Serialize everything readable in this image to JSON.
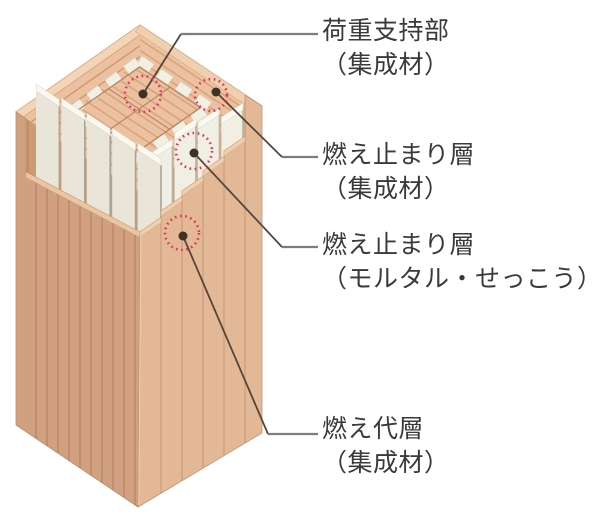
{
  "figure": {
    "kind": "isometric-cutaway-diagram-of-fire-resistant-timber-column",
    "labels": [
      {
        "id": "load-bearing-core",
        "line1": "荷重支持部",
        "line2": "（集成材）"
      },
      {
        "id": "fire-stop-glulam",
        "line1": "燃え止まり層",
        "line2": "（集成材）"
      },
      {
        "id": "fire-stop-mortar",
        "line1": "燃え止まり層",
        "line2": "（モルタル・せっこう）"
      },
      {
        "id": "sacrificial-layer",
        "line1": "燃え代層",
        "line2": "（集成材）"
      }
    ],
    "colors": {
      "background": "#ffffff",
      "wood_top_face": "#ebc19f",
      "wood_stripe": "#d7a07a",
      "wood_shell_left": "#d1a080",
      "wood_shell_right": "#e2b897",
      "wood_rim_highlight": "#f3d4b6",
      "mortar_white": "#f1efe4",
      "marker_red": "#d6365a",
      "marker_dot": "#3e3126",
      "leader_line": "#54463b",
      "leader_horizontal": "#7d7d7d",
      "text": "#3a3a3a"
    },
    "marker_count": 4
  }
}
